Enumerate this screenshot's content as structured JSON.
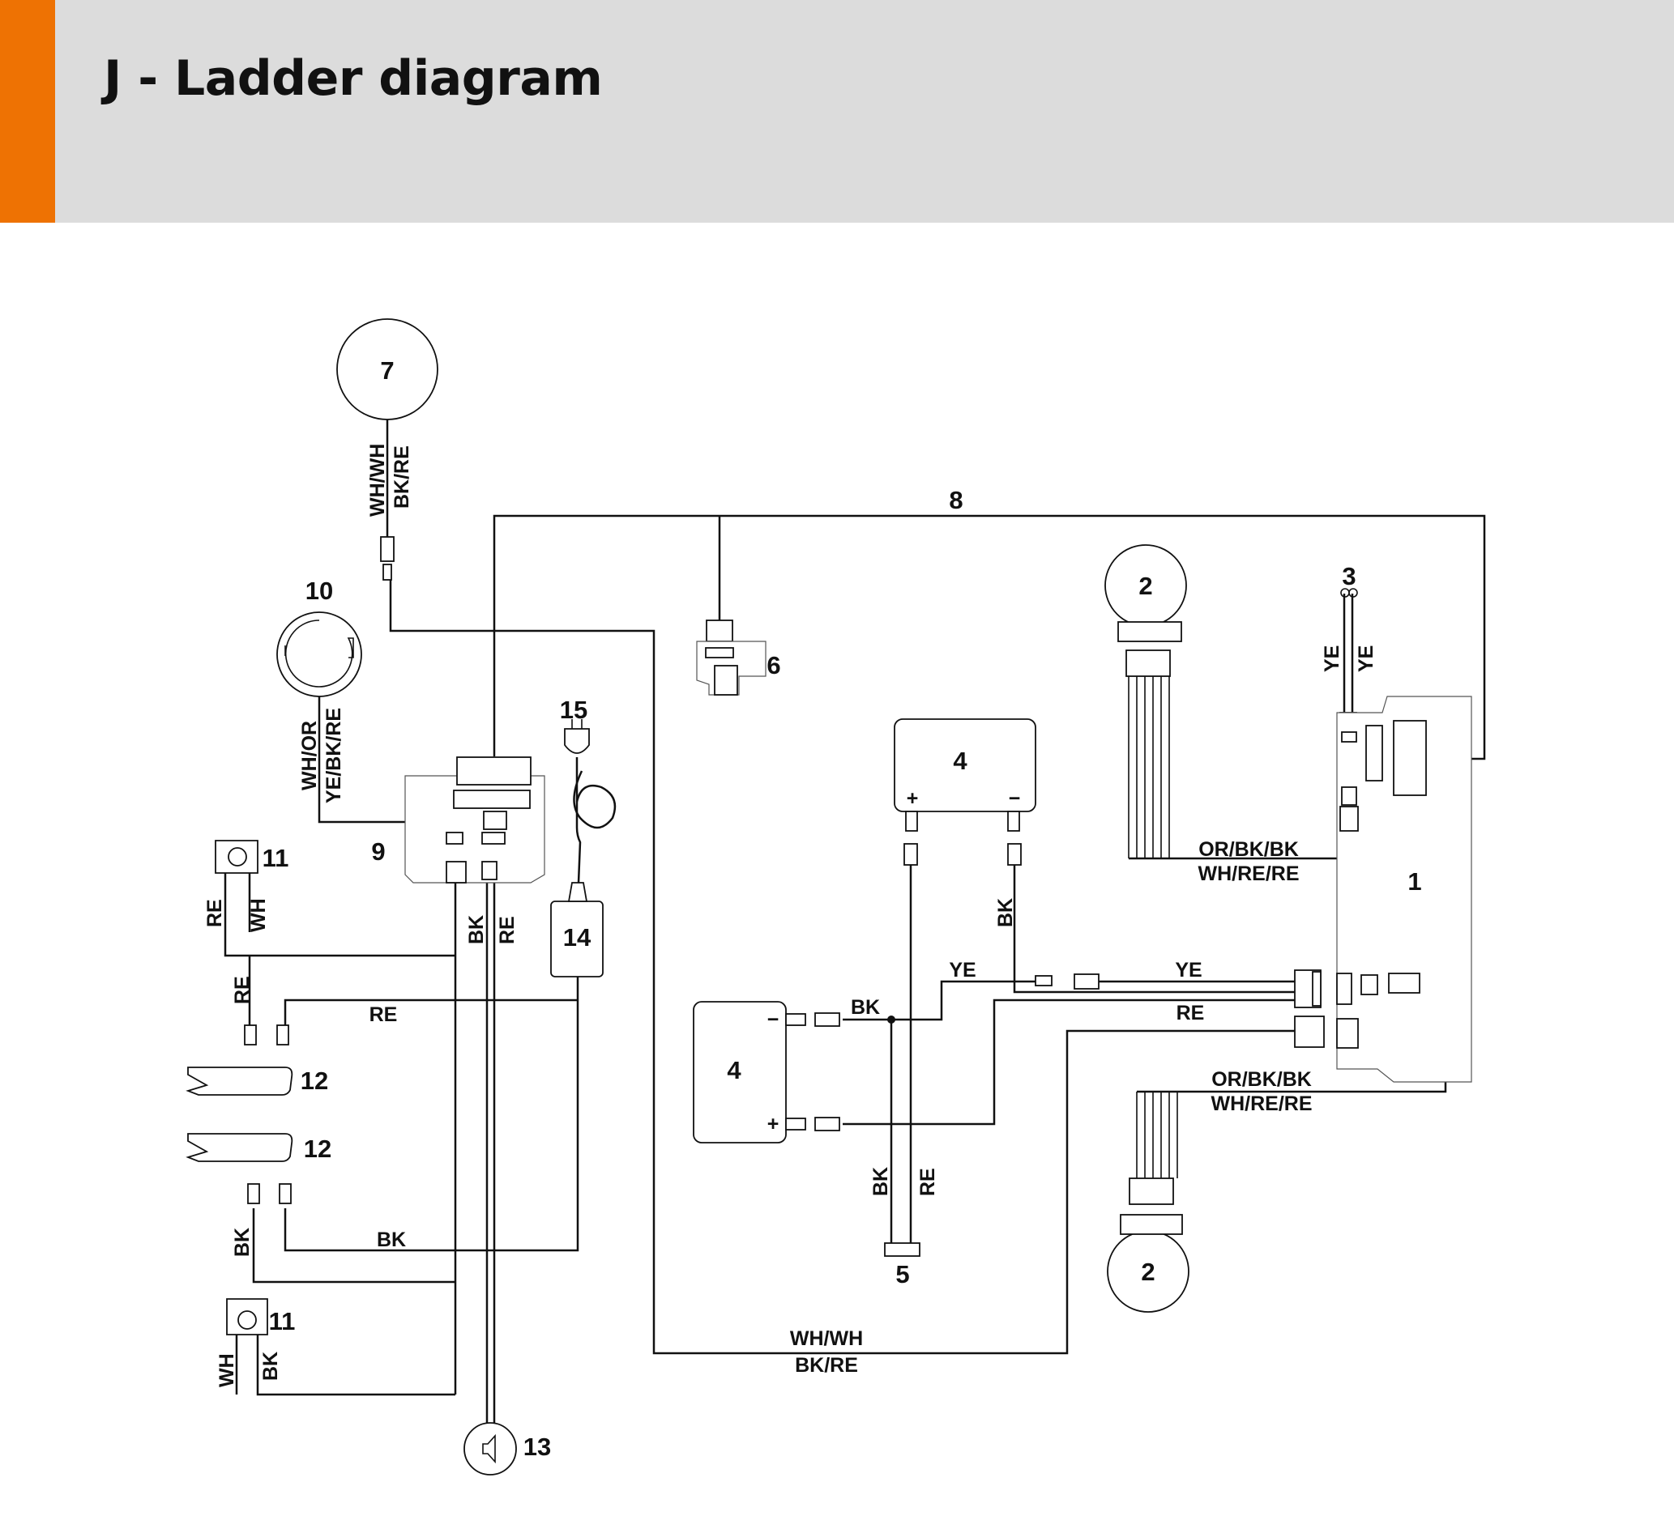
{
  "header": {
    "title": "J - Ladder diagram",
    "accent_color": "#ee7203",
    "background_color": "#dcdcdc"
  },
  "components": {
    "c1": "1",
    "c2a": "2",
    "c2b": "2",
    "c3": "3",
    "c4a": "4",
    "c4b": "4",
    "c5": "5",
    "c6": "6",
    "c7": "7",
    "c8": "8",
    "c9": "9",
    "c10": "10",
    "c11a": "11",
    "c11b": "11",
    "c12a": "12",
    "c12b": "12",
    "c13": "13",
    "c14": "14",
    "c15": "15"
  },
  "battery_terminals": {
    "plus": "+",
    "minus": "−"
  },
  "wires": {
    "wh_wh": "WH/WH",
    "bk_re": "BK/RE",
    "wh_or": "WH/OR",
    "ye_bk_re": "YE/BK/RE",
    "ye": "YE",
    "bk": "BK",
    "re": "RE",
    "wh": "WH",
    "or_bk_bk": "OR/BK/BK",
    "wh_re_re": "WH/RE/RE"
  }
}
